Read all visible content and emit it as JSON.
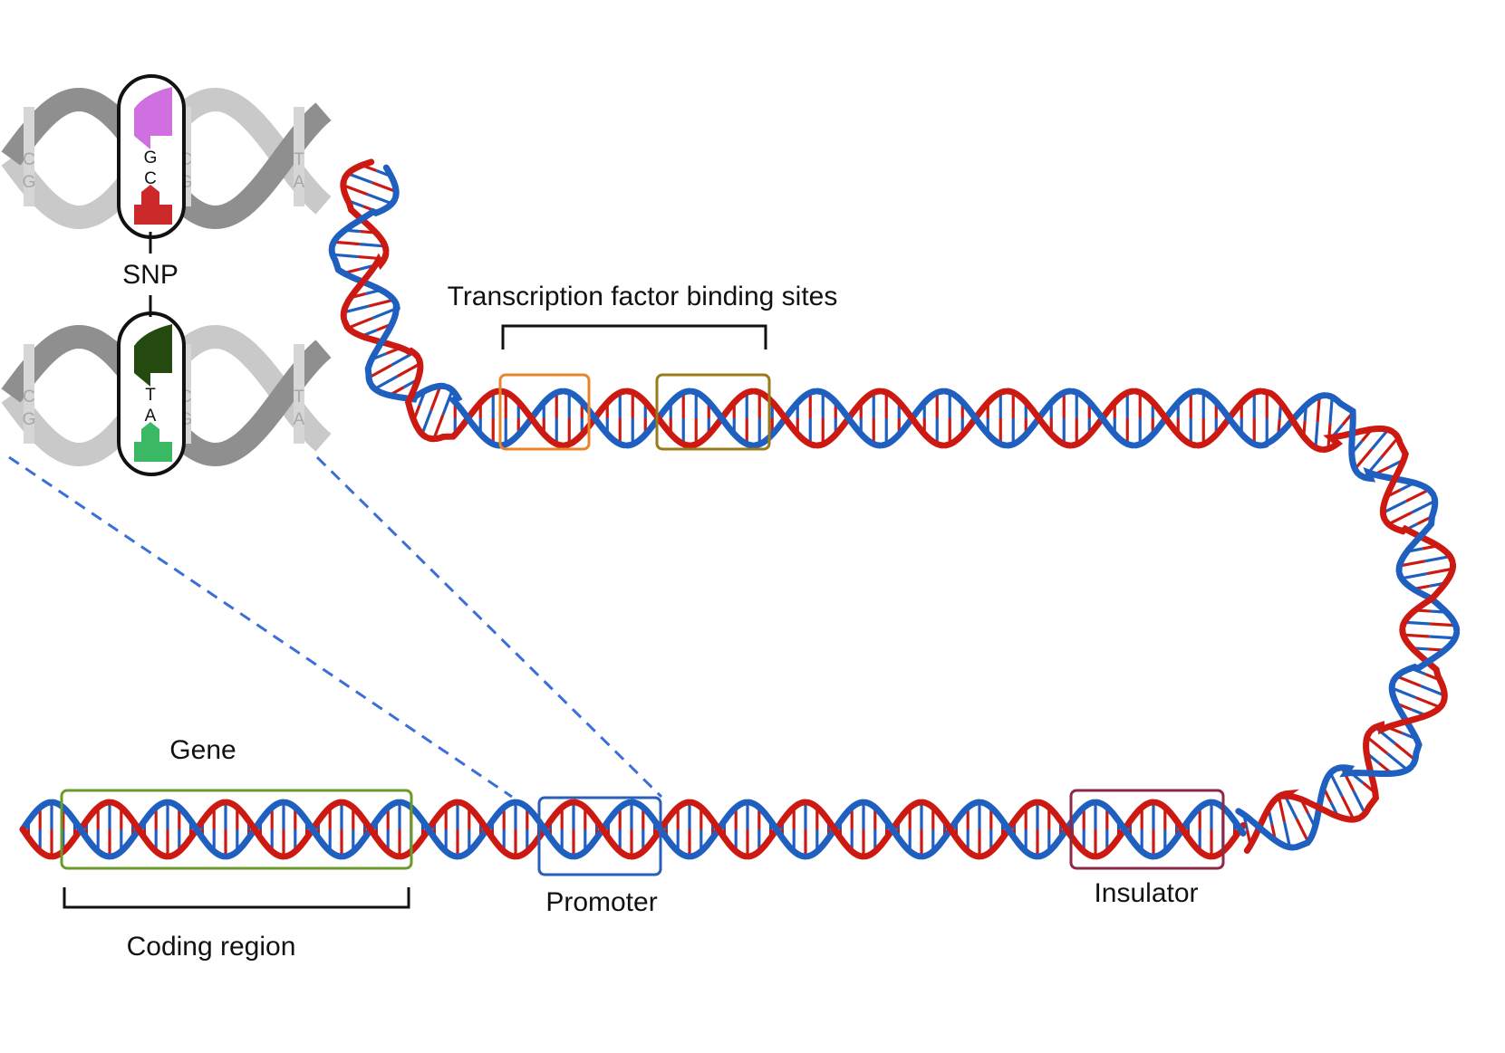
{
  "labels": {
    "snp": "SNP",
    "tf_sites": "Transcription factor binding sites",
    "gene": "Gene",
    "coding_region": "Coding region",
    "promoter": "Promoter",
    "insulator": "Insulator"
  },
  "snp_top": {
    "left_pair": [
      "C",
      "G"
    ],
    "highlight_pair": [
      "G",
      "C"
    ],
    "right_pair_1": [
      "C",
      "G"
    ],
    "right_pair_2": [
      "T",
      "A"
    ]
  },
  "snp_bottom": {
    "left_pair": [
      "C",
      "G"
    ],
    "highlight_pair": [
      "T",
      "A"
    ],
    "right_pair_1": [
      "C",
      "G"
    ],
    "right_pair_2": [
      "T",
      "A"
    ]
  },
  "colors": {
    "strand_red": "#cc1a12",
    "strand_blue": "#1f5fc0",
    "gene_box": "#6a9a2a",
    "promoter_box": "#2a5fb8",
    "insulator_box": "#8a2a48",
    "tf_box_1": "#e8842a",
    "tf_box_2": "#9a7a1a",
    "snp_g": "#d070e0",
    "snp_c": "#cc2a2a",
    "snp_t": "#244a10",
    "snp_a": "#3ab864",
    "zoom_line": "#3a6fd8"
  }
}
